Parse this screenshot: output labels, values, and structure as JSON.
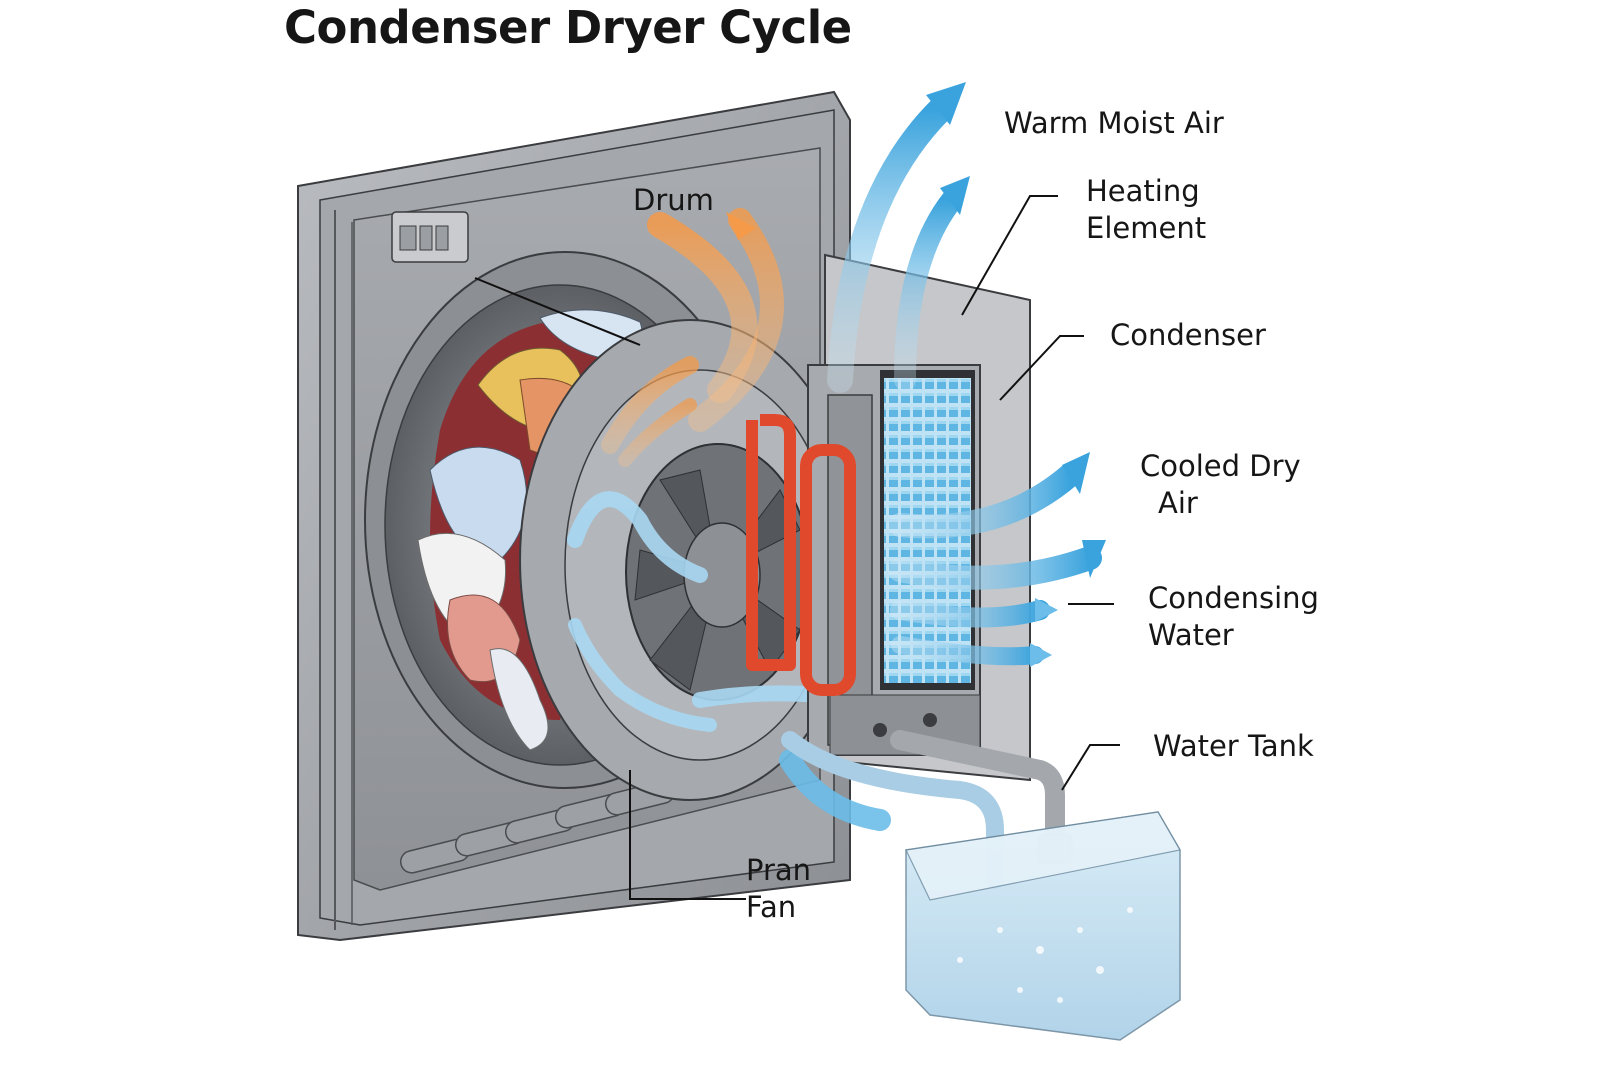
{
  "title": "Condenser Dryer Cycle",
  "labels": {
    "drum": "Drum",
    "warm_moist_air": "Warm Moist Air",
    "heating_element": [
      "Heating",
      "Element"
    ],
    "condenser": "Condenser",
    "cooled_dry_air": [
      "Cooled Dry",
      "Air"
    ],
    "condensing_water": [
      "Condensing",
      "Water"
    ],
    "water_tank": "Water Tank",
    "fan": [
      "Pran",
      "Fan"
    ]
  },
  "colors": {
    "hot_air": "#f4a25a",
    "cool_air": "#4aa9e0",
    "heater": "#e0492b",
    "condenser_fins": "#6cc0e8",
    "housing": "#9a9da1",
    "water": "#bfdcef"
  }
}
